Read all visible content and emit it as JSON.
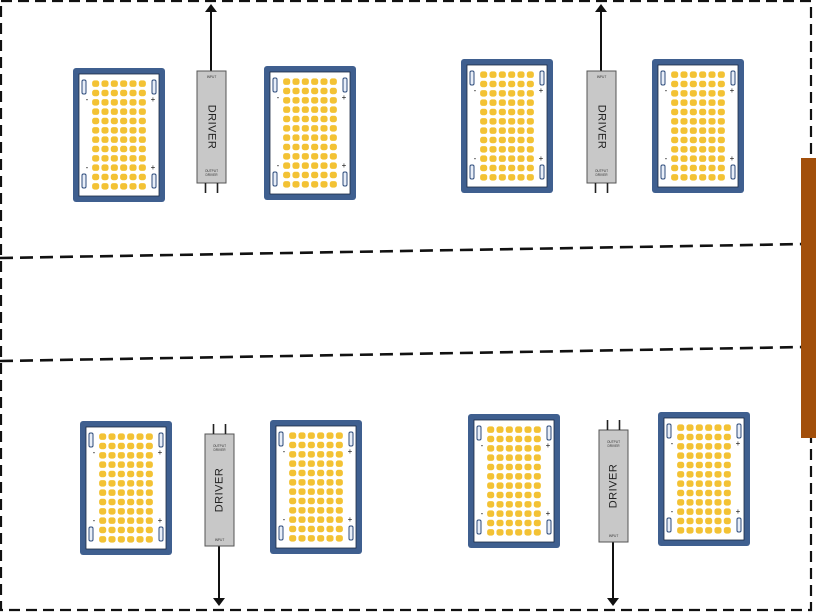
{
  "diagram": {
    "colors": {
      "panel_frame": "#3f5f8f",
      "panel_inner": "#ffffff",
      "led": "#f3c234",
      "driver_body": "#c8c8c8",
      "wire": "#111111",
      "dashed_line": "#111111",
      "wall_bar": "#a24f0b"
    },
    "driver": {
      "label": "DRIVER",
      "output_text": "OUTPUT",
      "output_sub": "DRIVER",
      "input_text": "INPUT"
    },
    "panel": {
      "led_rows": 12,
      "led_cols": 6,
      "plus_sign": "+",
      "minus_sign": "-"
    },
    "groups": [
      {
        "id": "top-left",
        "orientation": "input-top"
      },
      {
        "id": "top-right",
        "orientation": "input-top"
      },
      {
        "id": "bottom-left",
        "orientation": "input-bottom"
      },
      {
        "id": "bottom-right",
        "orientation": "input-bottom"
      }
    ]
  }
}
